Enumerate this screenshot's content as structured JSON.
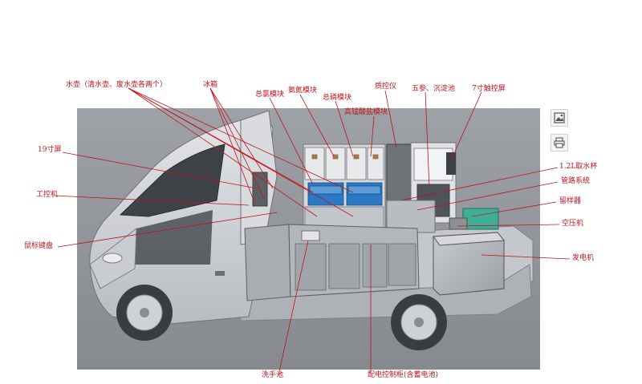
{
  "labels": {
    "water_tank": "水壶（清水壶、废水壶各两个）",
    "fridge": "冰箱",
    "total_chlorine": "总氯模块",
    "ammonia": "氨氮模块",
    "total_phosphorus": "总磷模块",
    "permanganate": "高锰酸盐模块",
    "mass_control": "质控仪",
    "five_param": "五参、沉淀池",
    "touch_screen": "7寸触控屏",
    "screen_19": "19寸屏",
    "water_cup": "1.2L取水杯",
    "pipe_system": "管路系统",
    "sampler": "留样器",
    "ipc": "工控机",
    "air_compressor": "空压机",
    "mouse_keyboard": "鼠标键盘",
    "generator": "发电机",
    "sink": "洗手池",
    "power_cabinet": "配电控制柜(含蓄电池)"
  },
  "toolbar": {
    "image_tool": "image-icon",
    "print_tool": "print-icon"
  },
  "colors": {
    "label": "#c0141c",
    "leader": "#c0141c",
    "background_panel": "#8f9396",
    "vehicle_body": "#d7d9dc",
    "blue_module": "#2b78c4",
    "teal_unit": "#3fae99"
  }
}
